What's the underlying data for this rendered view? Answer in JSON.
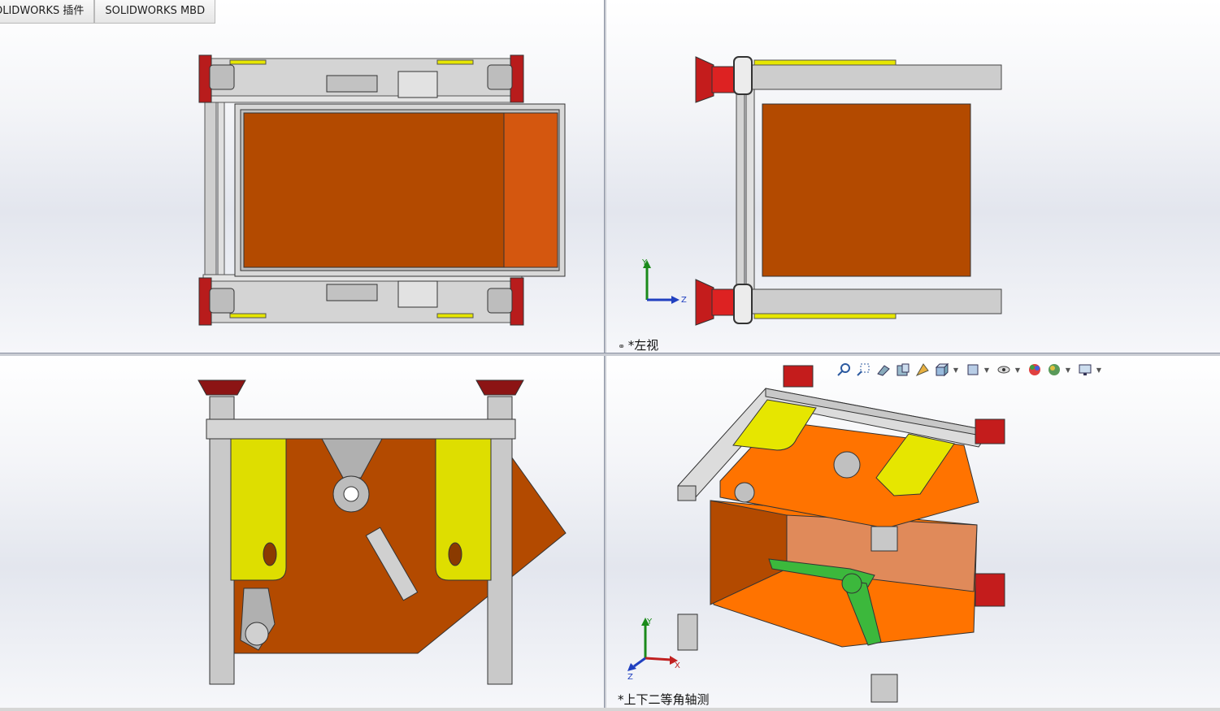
{
  "tabs": [
    {
      "label": "OLIDWORKS 插件"
    },
    {
      "label": "SOLIDWORKS MBD"
    }
  ],
  "viewports": {
    "top_right": {
      "label": "*左视"
    },
    "bottom_right": {
      "label": "*上下二等角轴测"
    }
  },
  "triad": {
    "x": "X",
    "y": "Y",
    "z": "Z"
  },
  "heads_up_toolbar": [
    {
      "icon": "zoom-to-fit-icon"
    },
    {
      "icon": "zoom-to-area-icon"
    },
    {
      "icon": "previous-view-icon"
    },
    {
      "icon": "section-view-icon"
    },
    {
      "icon": "dynamic-annotation-icon"
    },
    {
      "icon": "view-orientation-icon",
      "dropdown": true
    },
    {
      "icon": "display-style-icon",
      "dropdown": true
    },
    {
      "icon": "hide-show-items-icon",
      "dropdown": true
    },
    {
      "icon": "edit-appearance-icon"
    },
    {
      "icon": "apply-scene-icon",
      "dropdown": true
    },
    {
      "icon": "view-settings-icon",
      "dropdown": true
    }
  ],
  "colors": {
    "orange_panel": "#b34a00",
    "orange_light": "#d45a10",
    "bright_orange": "#ff7300",
    "frame_gray": "#c8c8c8",
    "yellow_plate": "#dede00",
    "red_foot": "#c41c1c",
    "green_strip": "#3cb83c"
  }
}
